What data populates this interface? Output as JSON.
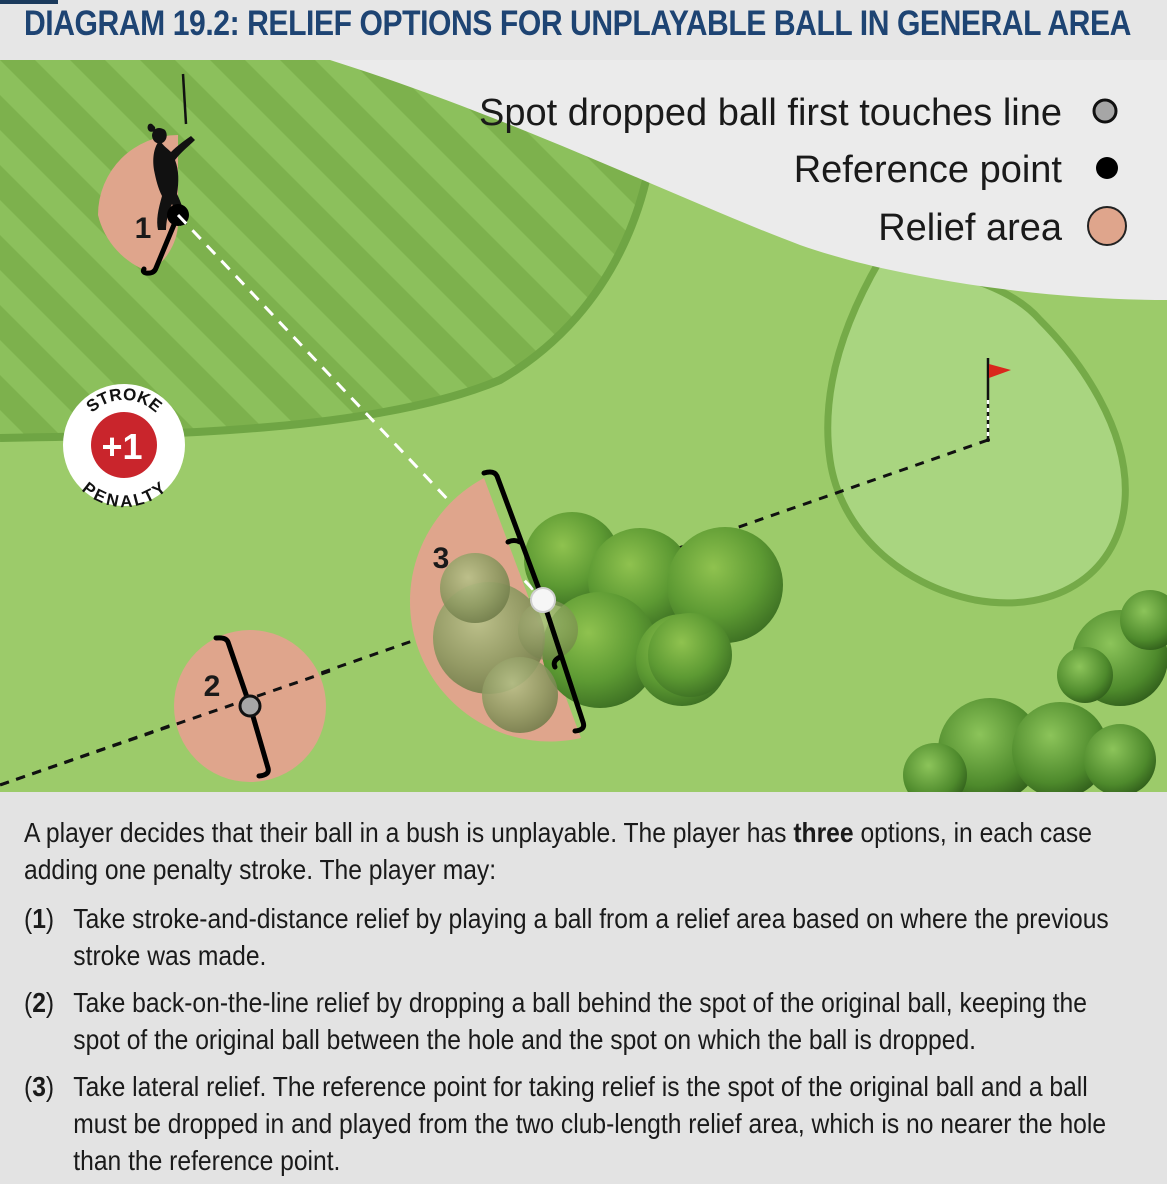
{
  "title": "DIAGRAM 19.2: RELIEF OPTIONS FOR UNPLAYABLE BALL IN GENERAL AREA",
  "legend": {
    "items": [
      {
        "label": "Spot dropped ball first touches line",
        "icon": "grey-dot-icon",
        "color": "#a6a6a6"
      },
      {
        "label": "Reference point",
        "icon": "black-dot-icon",
        "color": "#000000"
      },
      {
        "label": "Relief area",
        "icon": "pink-circle-icon",
        "color": "#dfa58c"
      }
    ]
  },
  "badge": {
    "top": "STROKE",
    "value": "+1",
    "bottom": "PENALTY",
    "accent": "#c9252c"
  },
  "areas": {
    "one": "1",
    "two": "2",
    "three": "3"
  },
  "colors": {
    "rough": "#9ccb6a",
    "fairway_light": "#8cc05c",
    "fairway_dark": "#7db14d",
    "green": "#a9d580",
    "relief": "#dfa58c",
    "flag": "#d9271c"
  },
  "caption": {
    "intro_before": "A player decides that their ball in a bush is unplayable. The player has ",
    "intro_bold": "three",
    "intro_after": " options, in each case adding one penalty stroke. The player may:",
    "options": [
      {
        "open": "(",
        "num": "1",
        "close": ")",
        "text": "Take stroke-and-distance relief by playing a ball from a relief area based on where the previous stroke was made."
      },
      {
        "open": "(",
        "num": "2",
        "close": ")",
        "text": "Take back-on-the-line relief by dropping a ball behind the spot of the original ball, keeping the spot of the original ball between the hole and the spot on which the ball is dropped."
      },
      {
        "open": "(",
        "num": "3",
        "close": ")",
        "text": "Take lateral relief. The reference point for taking relief is the spot of the original ball and a ball must be dropped in and played from the two club-length relief area, which is no nearer the hole than the reference point."
      }
    ]
  }
}
